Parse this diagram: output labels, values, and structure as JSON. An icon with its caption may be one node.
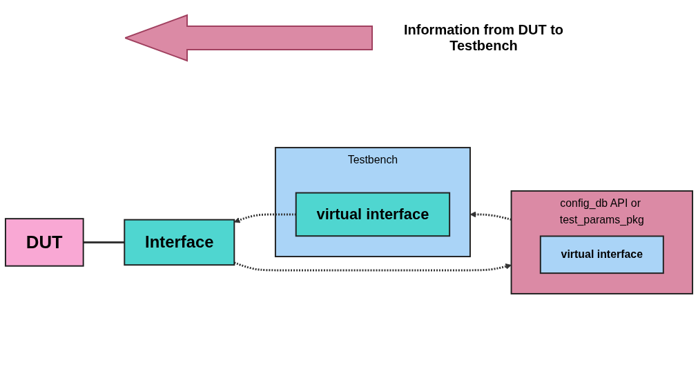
{
  "diagram": {
    "nodes": [
      {
        "text": [
          "Testbench"
        ]
      },
      {
        "text": [
          "virtual interface"
        ],
        "in": 0
      },
      {
        "text": [
          "config_db API or test_params_pkg"
        ]
      },
      {
        "text": [
          "virtual interface"
        ],
        "in": 2
      },
      {
        "text": [
          "Interface"
        ]
      },
      {
        "text": [
          "DUT"
        ]
      }
    ],
    "edges": [
      {
        "from": 4,
        "to": 2,
        "arrow": "to",
        "style": "dashed"
      },
      {
        "from": 2,
        "to": 0,
        "arrow": "to",
        "style": "dashed"
      },
      {
        "from": 1,
        "to": 4,
        "arrow": "to",
        "style": "dashed"
      },
      {
        "from": 4,
        "to": 5,
        "arrow": "none"
      }
    ],
    "labels": [
      "Information from DUT to Testbench"
    ]
  }
}
